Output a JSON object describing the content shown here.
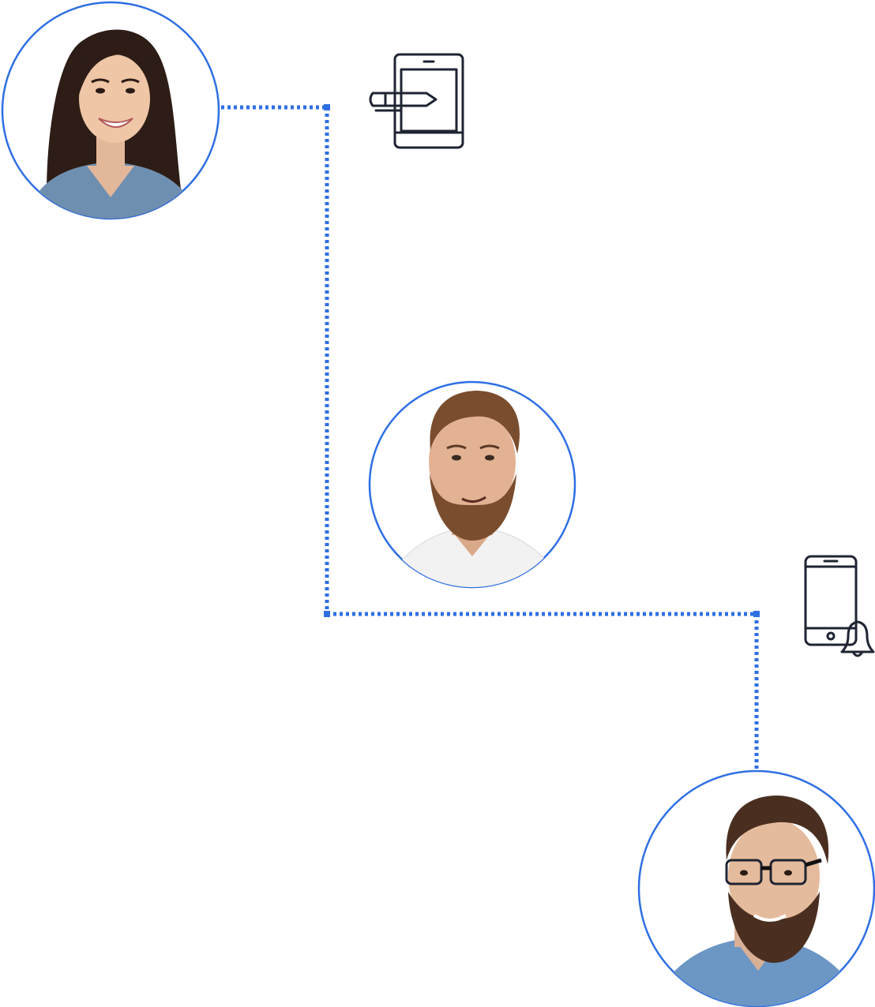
{
  "colors": {
    "accent": "#2f6fe4",
    "icon": "#1f2433",
    "background": "#ffffff"
  },
  "nodes": [
    {
      "id": "woman-long-hair",
      "kind": "person-avatar",
      "description_icon": "smiling-woman-avatar"
    },
    {
      "id": "man-bearded-white-shirt",
      "kind": "person-avatar",
      "description_icon": "bearded-man-avatar"
    },
    {
      "id": "man-glasses-denim-shirt",
      "kind": "person-avatar",
      "description_icon": "man-with-glasses-avatar"
    }
  ],
  "icons": [
    {
      "id": "tablet-with-pen",
      "name": "tablet-pen-icon"
    },
    {
      "id": "phone-with-bell",
      "name": "phone-notification-icon"
    }
  ],
  "connectors": [
    {
      "from": "woman-long-hair",
      "to": "man-glasses-denim-shirt",
      "style": "dotted"
    }
  ]
}
